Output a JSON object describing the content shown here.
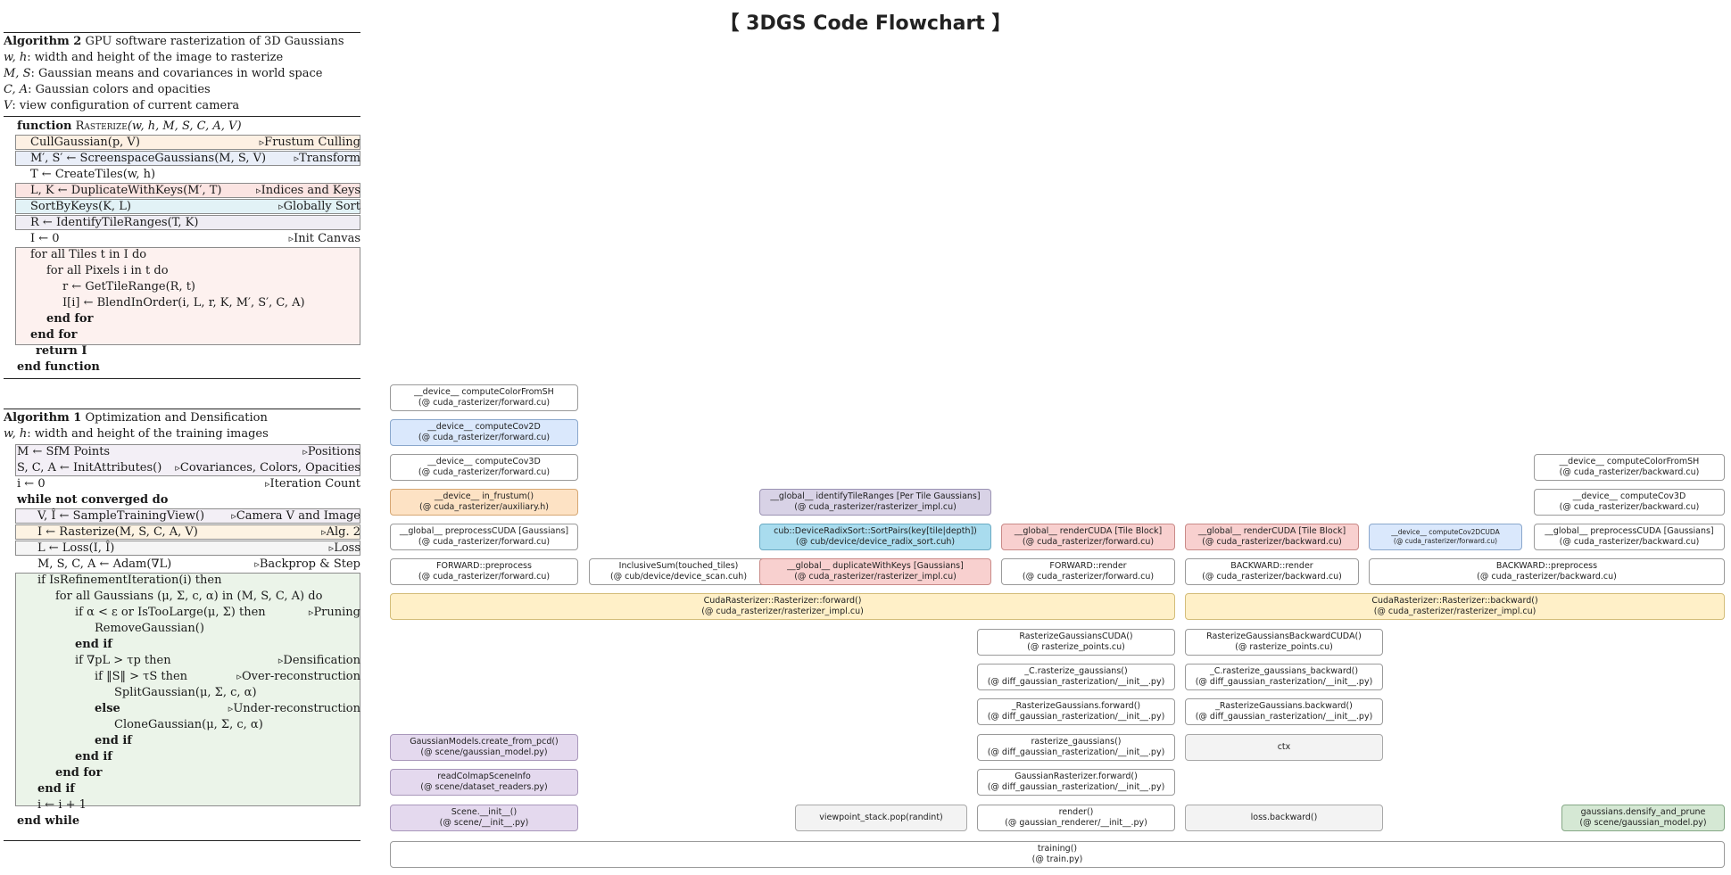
{
  "title": "【 3DGS Code Flowchart 】",
  "algo2": {
    "head_bold": "Algorithm 2",
    "head_rest": " GPU software rasterization of 3D Gaussians",
    "params": [
      [
        "w, h",
        ": width and height of the image to rasterize"
      ],
      [
        "M, S",
        ": Gaussian means and covariances in world space"
      ],
      [
        "C, A",
        ": Gaussian colors and opacities"
      ],
      [
        "V",
        ": view configuration of current camera"
      ]
    ],
    "func_kw": "function",
    "func_name": "Rasterize",
    "func_args": "(w, h, M, S, C, A, V)",
    "lines": [
      {
        "text": "CullGaussian(p, V)",
        "comment": "Frustum Culling"
      },
      {
        "text": "M′, S′ ← ScreenspaceGaussians(M, S, V)",
        "comment": "Transform"
      },
      {
        "text": "T ← CreateTiles(w, h)",
        "comment": ""
      },
      {
        "text": "L, K ← DuplicateWithKeys(M′, T)",
        "comment": "Indices and Keys"
      },
      {
        "text": "SortByKeys(K, L)",
        "comment": "Globally Sort"
      },
      {
        "text": "R ← IdentifyTileRanges(T, K)",
        "comment": ""
      },
      {
        "text": "I ← 0",
        "comment": "Init Canvas"
      },
      {
        "text": "for all Tiles t in I do",
        "comment": ""
      },
      {
        "text": "for all Pixels i in t do",
        "comment": ""
      },
      {
        "text": "r ← GetTileRange(R, t)",
        "comment": ""
      },
      {
        "text": "I[i] ← BlendInOrder(i, L, r, K, M′, S′, C, A)",
        "comment": ""
      },
      {
        "text": "end for",
        "comment": ""
      },
      {
        "text": "end for",
        "comment": ""
      },
      {
        "text": "return I",
        "comment": ""
      },
      {
        "text": "end function",
        "comment": ""
      }
    ]
  },
  "algo1": {
    "head_bold": "Algorithm 1",
    "head_rest": " Optimization and Densification",
    "params": [
      [
        "w, h",
        ": width and height of the training images"
      ]
    ],
    "lines": [
      {
        "text": "M ← SfM Points",
        "comment": "Positions"
      },
      {
        "text": "S, C, A ← InitAttributes()",
        "comment": "Covariances, Colors, Opacities"
      },
      {
        "text": "i ← 0",
        "comment": "Iteration Count"
      },
      {
        "text": "while not converged do",
        "comment": ""
      },
      {
        "text": "V, Î ← SampleTrainingView()",
        "comment": "Camera V and Image"
      },
      {
        "text": "I ← Rasterize(M, S, C, A, V)",
        "comment": "Alg. 2"
      },
      {
        "text": "L ← Loss(I, Î)",
        "comment": "Loss"
      },
      {
        "text": "M, S, C, A ← Adam(∇L)",
        "comment": "Backprop & Step"
      },
      {
        "text": "if IsRefinementIteration(i) then",
        "comment": ""
      },
      {
        "text": "for all Gaussians (μ, Σ, c, α) in (M, S, C, A) do",
        "comment": ""
      },
      {
        "text": "if α < ε or IsTooLarge(μ, Σ) then",
        "comment": "Pruning"
      },
      {
        "text": "RemoveGaussian()",
        "comment": ""
      },
      {
        "text": "end if",
        "comment": ""
      },
      {
        "text": "if ∇pL > τp then",
        "comment": "Densification"
      },
      {
        "text": "if ‖S‖ > τS then",
        "comment": "Over-reconstruction"
      },
      {
        "text": "SplitGaussian(μ, Σ, c, α)",
        "comment": ""
      },
      {
        "text": "else",
        "comment": "Under-reconstruction"
      },
      {
        "text": "CloneGaussian(μ, Σ, c, α)",
        "comment": ""
      },
      {
        "text": "end if",
        "comment": ""
      },
      {
        "text": "end if",
        "comment": ""
      },
      {
        "text": "end for",
        "comment": ""
      },
      {
        "text": "end if",
        "comment": ""
      },
      {
        "text": "i ← i + 1",
        "comment": ""
      },
      {
        "text": "end while",
        "comment": ""
      }
    ]
  },
  "nodes": [
    {
      "id": "fwd-computecolorfromsh",
      "l1": "__device__ computeColorFromSH",
      "l2": "(@ cuda_rasterizer/forward.cu)",
      "color": "white"
    },
    {
      "id": "fwd-computecov2d",
      "l1": "__device__ computeCov2D",
      "l2": "(@ cuda_rasterizer/forward.cu)",
      "color": "blue"
    },
    {
      "id": "fwd-computecov3d",
      "l1": "__device__ computeCov3D",
      "l2": "(@ cuda_rasterizer/forward.cu)",
      "color": "white"
    },
    {
      "id": "in-frustum",
      "l1": "__device__ in_frustum()",
      "l2": "(@ cuda_rasterizer/auxiliary.h)",
      "color": "orange"
    },
    {
      "id": "fwd-preprocesscuda",
      "l1": "__global__ preprocessCUDA [Gaussians]",
      "l2": "(@ cuda_rasterizer/forward.cu)",
      "color": "white"
    },
    {
      "id": "forward-preprocess",
      "l1": "FORWARD::preprocess",
      "l2": "(@ cuda_rasterizer/forward.cu)",
      "color": "white"
    },
    {
      "id": "inclusivesum",
      "l1": "InclusiveSum(touched_tiles)",
      "l2": "(@ cub/device/device_scan.cuh)",
      "color": "white"
    },
    {
      "id": "identifytileranges",
      "l1": "__global__ identifyTileRanges [Per Tile Gaussians]",
      "l2": "(@ cuda_rasterizer/rasterizer_impl.cu)",
      "color": "purple"
    },
    {
      "id": "sortpairs",
      "l1": "cub::DeviceRadixSort::SortPairs(key[tile|depth])",
      "l2": "(@ cub/device/device_radix_sort.cuh)",
      "color": "cyan"
    },
    {
      "id": "duplicatewithkeys",
      "l1": "__global__ duplicateWithKeys [Gaussians]",
      "l2": "(@ cuda_rasterizer/rasterizer_impl.cu)",
      "color": "red"
    },
    {
      "id": "fwd-rendercuda",
      "l1": "__global__ renderCUDA [Tile Block]",
      "l2": "(@ cuda_rasterizer/forward.cu)",
      "color": "red"
    },
    {
      "id": "forward-render",
      "l1": "FORWARD::render",
      "l2": "(@ cuda_rasterizer/forward.cu)",
      "color": "white"
    },
    {
      "id": "bwd-rendercuda",
      "l1": "__global__ renderCUDA [Tile Block]",
      "l2": "(@ cuda_rasterizer/backward.cu)",
      "color": "red"
    },
    {
      "id": "backward-render",
      "l1": "BACKWARD::render",
      "l2": "(@ cuda_rasterizer/backward.cu)",
      "color": "white"
    },
    {
      "id": "bwd-computecov2dcuda",
      "l1": "__device__ computeCov2DCUDA",
      "l2": "(@ cuda_rasterizer/forward.cu)",
      "color": "blue",
      "small": true
    },
    {
      "id": "bwd-computecolorfromsh",
      "l1": "__device__ computeColorFromSH",
      "l2": "(@ cuda_rasterizer/backward.cu)",
      "color": "white"
    },
    {
      "id": "bwd-computecov3d",
      "l1": "__device__ computeCov3D",
      "l2": "(@ cuda_rasterizer/backward.cu)",
      "color": "white"
    },
    {
      "id": "bwd-preprocesscuda",
      "l1": "__global__ preprocessCUDA [Gaussians]",
      "l2": "(@ cuda_rasterizer/backward.cu)",
      "color": "white"
    },
    {
      "id": "backward-preprocess",
      "l1": "BACKWARD::preprocess",
      "l2": "(@ cuda_rasterizer/backward.cu)",
      "color": "white"
    },
    {
      "id": "rasterizer-forward",
      "l1": "CudaRasterizer::Rasterizer::forward()",
      "l2": "(@ cuda_rasterizer/rasterizer_impl.cu)",
      "color": "yellow"
    },
    {
      "id": "rasterizer-backward",
      "l1": "CudaRasterizer::Rasterizer::backward()",
      "l2": "(@ cuda_rasterizer/rasterizer_impl.cu)",
      "color": "yellow"
    },
    {
      "id": "rasterizegaussianscuda",
      "l1": "RasterizeGaussiansCUDA()",
      "l2": "(@ rasterize_points.cu)",
      "color": "white"
    },
    {
      "id": "rasterizegaussiansbackwardcuda",
      "l1": "RasterizeGaussiansBackwardCUDA()",
      "l2": "(@ rasterize_points.cu)",
      "color": "white"
    },
    {
      "id": "c-rasterize-gaussians",
      "l1": "_C.rasterize_gaussians()",
      "l2": "(@ diff_gaussian_rasterization/__init__.py)",
      "color": "white"
    },
    {
      "id": "c-rasterize-gaussians-backward",
      "l1": "_C.rasterize_gaussians_backward()",
      "l2": "(@ diff_gaussian_rasterization/__init__.py)",
      "color": "white"
    },
    {
      "id": "rasterizegaussians-forward",
      "l1": "_RasterizeGaussians.forward()",
      "l2": "(@ diff_gaussian_rasterization/__init__.py)",
      "color": "white"
    },
    {
      "id": "rasterizegaussians-backward",
      "l1": "_RasterizeGaussians.backward()",
      "l2": "(@ diff_gaussian_rasterization/__init__.py)",
      "color": "white"
    },
    {
      "id": "create-from-pcd",
      "l1": "GaussianModels.create_from_pcd()",
      "l2": "(@ scene/gaussian_model.py)",
      "color": "lav"
    },
    {
      "id": "rasterize-gaussians",
      "l1": "rasterize_gaussians()",
      "l2": "(@ diff_gaussian_rasterization/__init__.py)",
      "color": "white"
    },
    {
      "id": "ctx",
      "l1": "ctx",
      "l2": "",
      "color": "grey"
    },
    {
      "id": "readcolmapsceneinfo",
      "l1": "readColmapSceneInfo",
      "l2": "(@ scene/dataset_readers.py)",
      "color": "lav"
    },
    {
      "id": "gaussianrasterizer-forward",
      "l1": "GaussianRasterizer.forward()",
      "l2": "(@ diff_gaussian_rasterization/__init__.py)",
      "color": "white"
    },
    {
      "id": "scene-init",
      "l1": "Scene.__init__()",
      "l2": "(@ scene/__init__.py)",
      "color": "lav"
    },
    {
      "id": "viewpoint-stack-pop",
      "l1": "viewpoint_stack.pop(randint)",
      "l2": "",
      "color": "grey"
    },
    {
      "id": "render",
      "l1": "render()",
      "l2": "(@ gaussian_renderer/__init__.py)",
      "color": "white"
    },
    {
      "id": "loss-backward",
      "l1": "loss.backward()",
      "l2": "",
      "color": "grey"
    },
    {
      "id": "densify-and-prune",
      "l1": "gaussians.densify_and_prune",
      "l2": "(@ scene/gaussian_model.py)",
      "color": "green"
    },
    {
      "id": "training",
      "l1": "training()",
      "l2": "(@ train.py)",
      "color": "white"
    }
  ]
}
